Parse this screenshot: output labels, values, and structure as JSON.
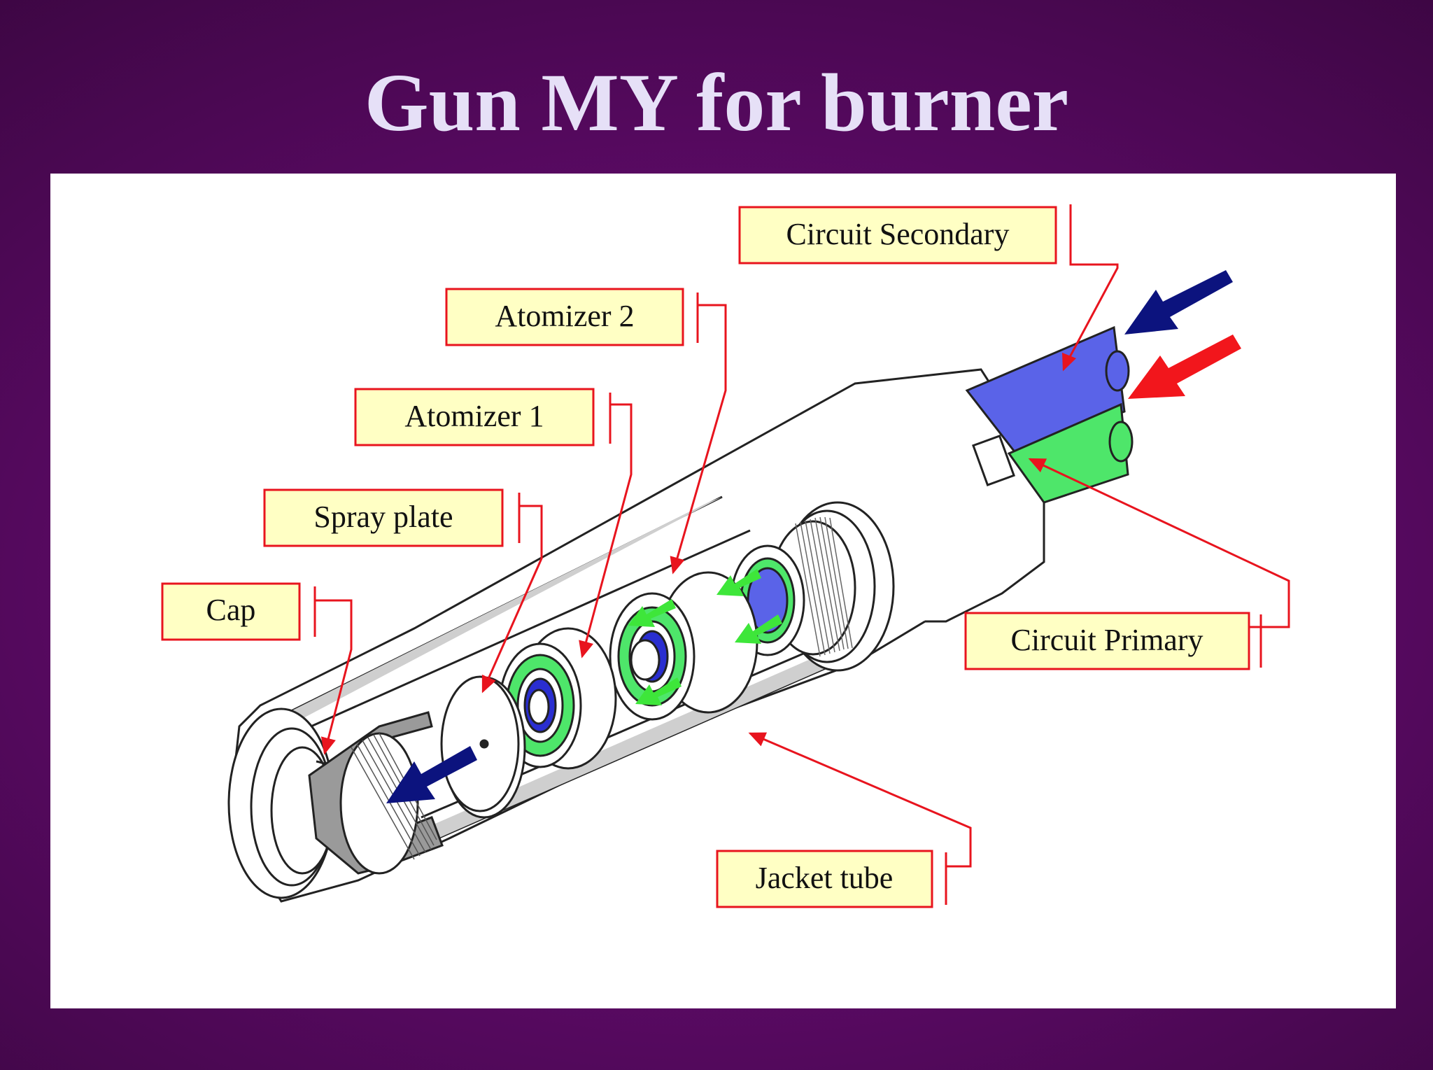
{
  "title": "Gun MY for burner",
  "labels": {
    "circuit_secondary": "Circuit Secondary",
    "atomizer_2": "Atomizer 2",
    "atomizer_1": "Atomizer 1",
    "spray_plate": "Spray plate",
    "cap": "Cap",
    "circuit_primary": "Circuit Primary",
    "jacket_tube": "Jacket tube"
  },
  "colors": {
    "label_fill": "#ffffc4",
    "label_border": "#e8141e",
    "leader_line": "#e8141e",
    "secondary_pipe": "#5a63e8",
    "primary_pipe": "#4ee66a",
    "flow_arrow_blue": "#0c137e",
    "flow_arrow_red": "#f2161c",
    "flow_arrow_green": "#3ee63a"
  }
}
